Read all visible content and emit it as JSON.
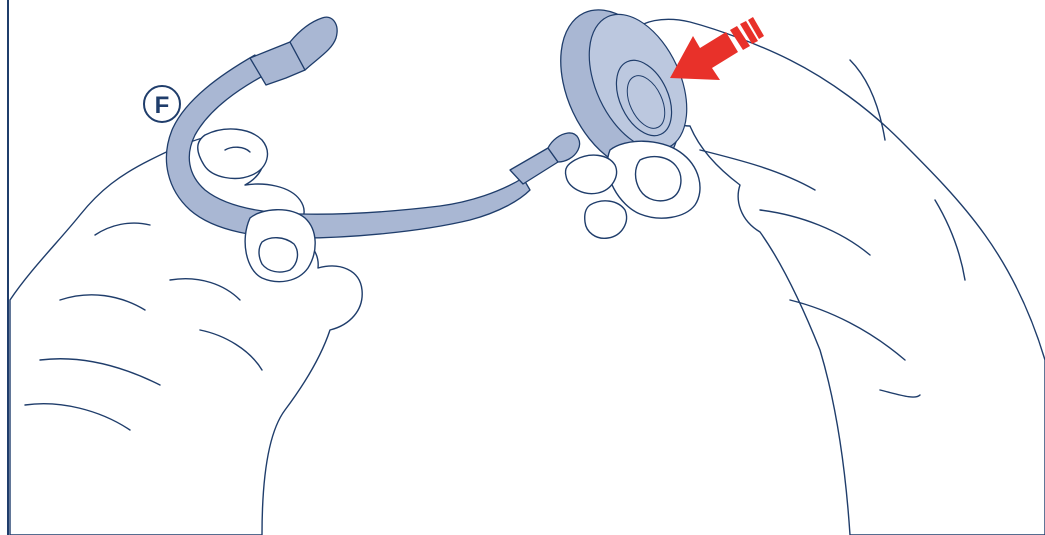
{
  "figure": {
    "callout_label": "F",
    "colors": {
      "outline": "#1f3d6b",
      "part_fill": "#a9b7d3",
      "arrow": "#e8312a",
      "background": "#ffffff"
    },
    "icons": {
      "arrow": "push-direction-arrow",
      "tube": "curved-tube",
      "disc": "round-disc"
    }
  }
}
